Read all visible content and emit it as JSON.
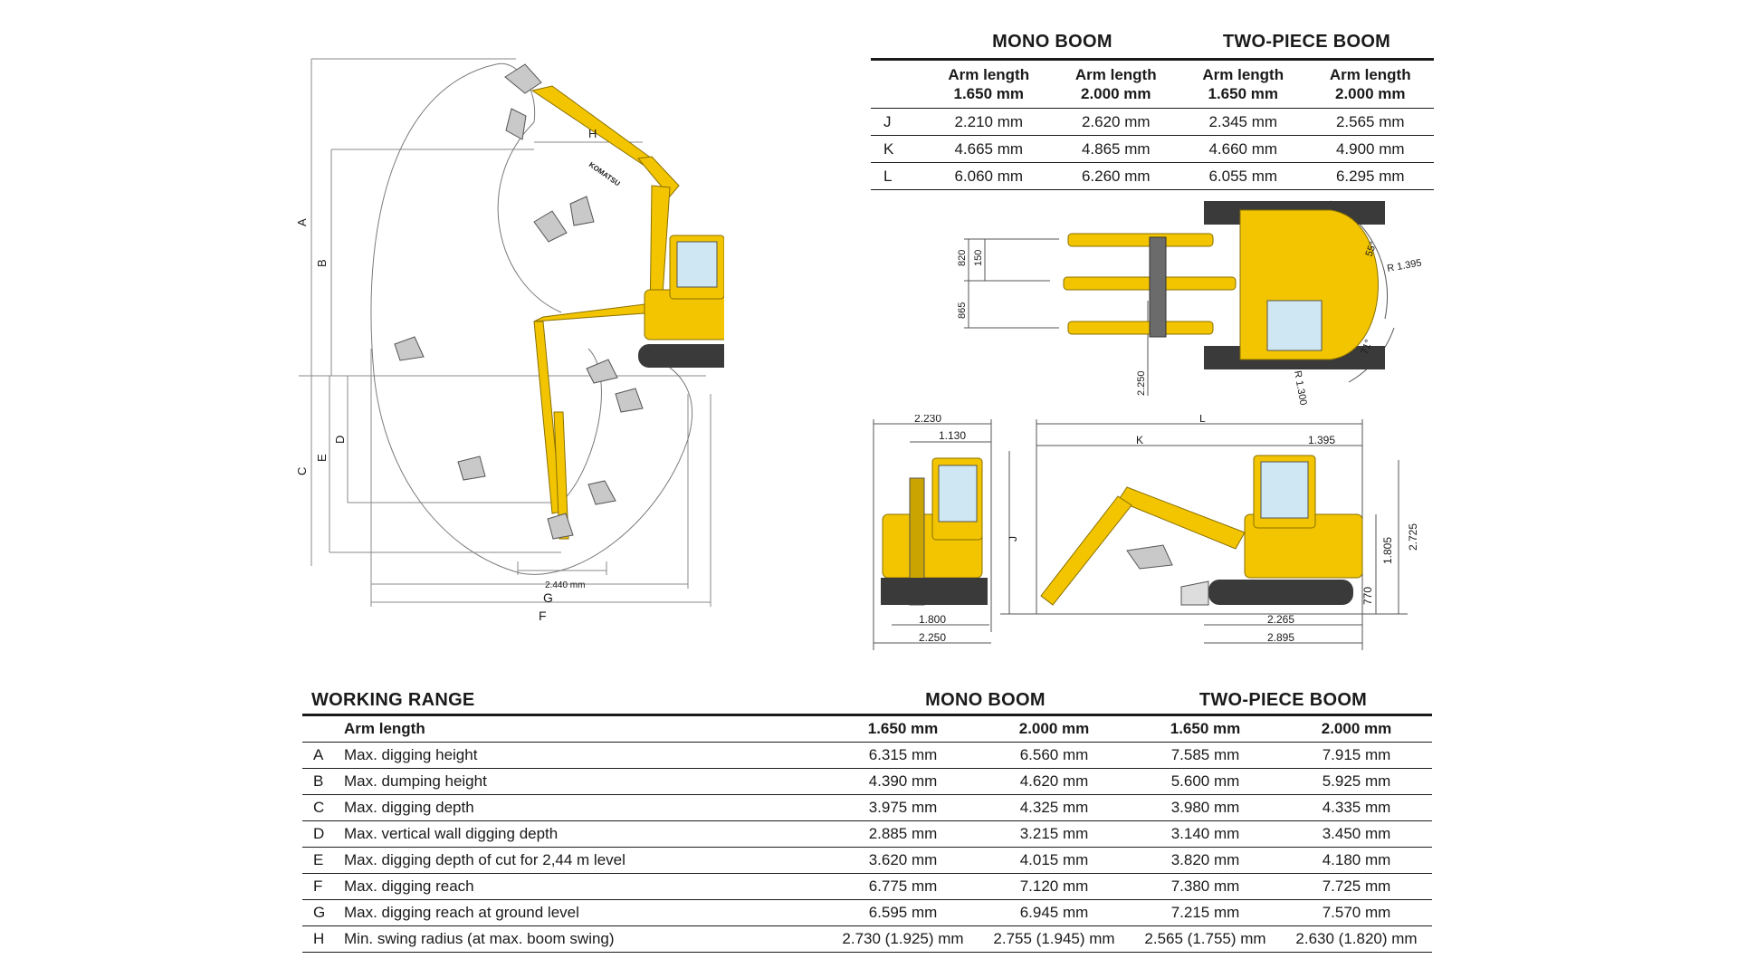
{
  "colors": {
    "machine": "#f2c500",
    "machine_dark": "#c89e00",
    "track": "#3a3a3a",
    "line": "#555555",
    "glass": "#cfe6f3"
  },
  "diagram": {
    "labels": {
      "A": "A",
      "B": "B",
      "C": "C",
      "D": "D",
      "E": "E",
      "F": "F",
      "G": "G",
      "H": "H"
    },
    "level_dim": "2.440 mm",
    "brand": "KOMATSU"
  },
  "top_table": {
    "groups": [
      "MONO BOOM",
      "TWO-PIECE BOOM"
    ],
    "headers": [
      {
        "l1": "Arm length",
        "l2": "1.650 mm"
      },
      {
        "l1": "Arm length",
        "l2": "2.000 mm"
      },
      {
        "l1": "Arm length",
        "l2": "1.650 mm"
      },
      {
        "l1": "Arm length",
        "l2": "2.000 mm"
      }
    ],
    "rows": [
      {
        "label": "J",
        "values": [
          "2.210 mm",
          "2.620 mm",
          "2.345 mm",
          "2.565 mm"
        ]
      },
      {
        "label": "K",
        "values": [
          "4.665 mm",
          "4.865 mm",
          "4.660 mm",
          "4.900 mm"
        ]
      },
      {
        "label": "L",
        "values": [
          "6.060 mm",
          "6.260 mm",
          "6.055 mm",
          "6.295 mm"
        ]
      }
    ]
  },
  "top_view": {
    "dims": {
      "d820": "820",
      "d150": "150",
      "d865": "865",
      "d2250": "2.250",
      "angle55": "55°",
      "r1395": "R 1.395",
      "angle71": "71°",
      "r1300": "R 1.300"
    }
  },
  "side_view": {
    "dims": {
      "d2230": "2.230",
      "d1130": "1.130",
      "d1800": "1.800",
      "d2250": "2.250",
      "L": "L",
      "K": "K",
      "d1395": "1.395",
      "J": "J",
      "d1805": "1.805",
      "d2725": "2.725",
      "d770": "770",
      "d2265": "2.265",
      "d2895": "2.895"
    }
  },
  "working_range": {
    "title": "WORKING RANGE",
    "groups": [
      "MONO BOOM",
      "TWO-PIECE BOOM"
    ],
    "header_label": "Arm length",
    "header_values": [
      "1.650 mm",
      "2.000 mm",
      "1.650 mm",
      "2.000 mm"
    ],
    "rows": [
      {
        "code": "A",
        "desc": "Max. digging height",
        "values": [
          "6.315 mm",
          "6.560 mm",
          "7.585 mm",
          "7.915 mm"
        ]
      },
      {
        "code": "B",
        "desc": "Max. dumping height",
        "values": [
          "4.390 mm",
          "4.620 mm",
          "5.600 mm",
          "5.925 mm"
        ]
      },
      {
        "code": "C",
        "desc": "Max. digging depth",
        "values": [
          "3.975 mm",
          "4.325 mm",
          "3.980 mm",
          "4.335 mm"
        ]
      },
      {
        "code": "D",
        "desc": "Max. vertical wall digging depth",
        "values": [
          "2.885 mm",
          "3.215 mm",
          "3.140 mm",
          "3.450 mm"
        ]
      },
      {
        "code": "E",
        "desc": "Max. digging depth of cut for 2,44 m level",
        "values": [
          "3.620 mm",
          "4.015 mm",
          "3.820 mm",
          "4.180 mm"
        ]
      },
      {
        "code": "F",
        "desc": "Max. digging reach",
        "values": [
          "6.775 mm",
          "7.120 mm",
          "7.380 mm",
          "7.725 mm"
        ]
      },
      {
        "code": "G",
        "desc": "Max. digging reach at ground level",
        "values": [
          "6.595 mm",
          "6.945 mm",
          "7.215 mm",
          "7.570 mm"
        ]
      },
      {
        "code": "H",
        "desc": "Min. swing radius (at max. boom swing)",
        "values": [
          "2.730 (1.925) mm",
          "2.755 (1.945) mm",
          "2.565 (1.755) mm",
          "2.630 (1.820) mm"
        ]
      }
    ]
  }
}
